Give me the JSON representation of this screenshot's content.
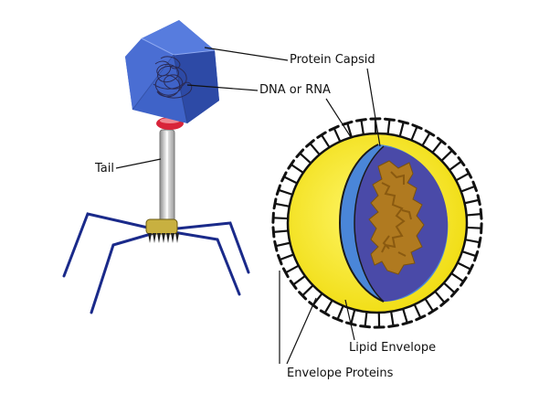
{
  "labels": {
    "protein_capsid": "Protein Capsid",
    "dna_rna": "DNA or RNA",
    "tail": "Tail",
    "lipid_envelope": "Lipid Envelope",
    "envelope_proteins": "Envelope Proteins"
  },
  "colors": {
    "capsid": "#3f63c8",
    "capsid_dark": "#2a45a0",
    "collar": "#d8243a",
    "tail": "#c9c9c9",
    "baseplate": "#c8b040",
    "legs": "#1a2a8a",
    "lipid": "#f5ea28",
    "inner_shell": "#4a86d8",
    "core": "#4a4aa8",
    "genome": "#b07a20",
    "spikes": "#111111"
  },
  "spike_count": 46
}
